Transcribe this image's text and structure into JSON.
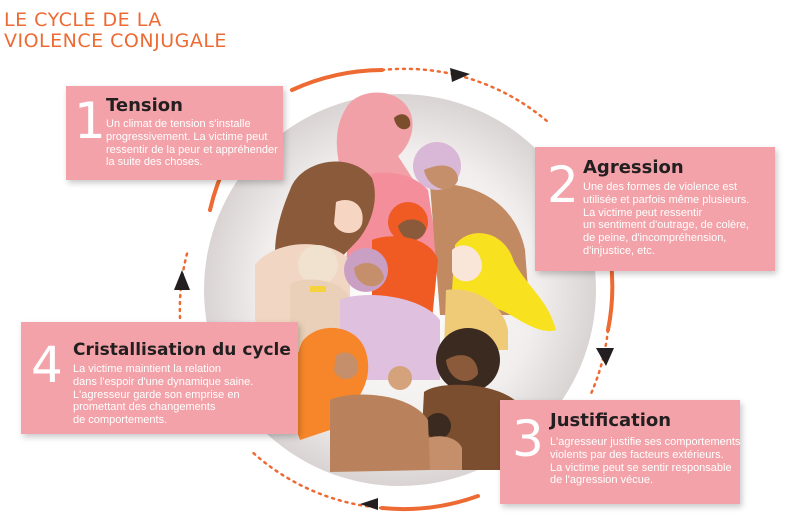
{
  "title": {
    "line1": "LE CYCLE DE LA",
    "line2": "VIOLENCE CONJUGALE"
  },
  "colors": {
    "accent": "#ee6a33",
    "card": "#f2a2a8",
    "heading": "#231f20",
    "card_text": "#ffffff"
  },
  "stages": [
    {
      "number": "1",
      "heading": "Tension",
      "lines": [
        "Un climat de tension s'installe",
        "progressivement. La victime peut",
        "ressentir de la peur et appréhender",
        "la suite des choses."
      ]
    },
    {
      "number": "2",
      "heading": "Agression",
      "lines": [
        "Une des formes de violence est",
        "utilisée et parfois même plusieurs.",
        "La victime peut ressentir",
        "un sentiment d'outrage, de colère,",
        "de peine, d'incompréhension,",
        "d'injustice, etc."
      ]
    },
    {
      "number": "3",
      "heading": "Justification",
      "lines": [
        "L'agresseur justifie ses comportements",
        "violents par des facteurs extérieurs.",
        "La victime peut se sentir responsable",
        "de l'agression vécue."
      ]
    },
    {
      "number": "4",
      "heading": "Cristallisation du cycle",
      "lines": [
        "La victime maintient la relation",
        "dans l'espoir d'une dynamique saine.",
        "L'agresseur garde son emprise en",
        "promettant des changements",
        "de comportements."
      ]
    }
  ]
}
